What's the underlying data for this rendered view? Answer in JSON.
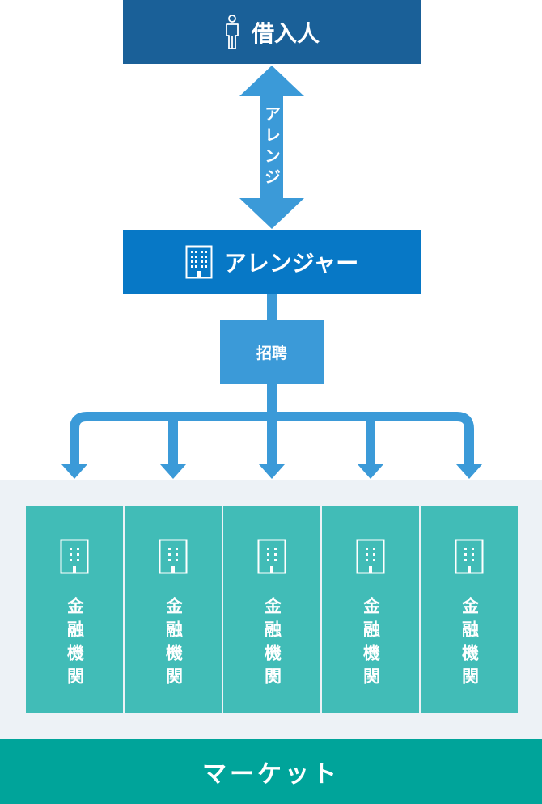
{
  "borrower": {
    "label": "借入人",
    "icon": "person-icon"
  },
  "relation": {
    "label": "アレンジ",
    "icon": "double-arrow"
  },
  "arranger": {
    "label": "アレンジャー",
    "icon": "building-icon"
  },
  "recruit": {
    "label": "招聘"
  },
  "banks": [
    {
      "label": "金融機関",
      "icon": "building-icon"
    },
    {
      "label": "金融機関",
      "icon": "building-icon"
    },
    {
      "label": "金融機関",
      "icon": "building-icon"
    },
    {
      "label": "金融機関",
      "icon": "building-icon"
    },
    {
      "label": "金融機関",
      "icon": "building-icon"
    }
  ],
  "market": {
    "label": "マーケット"
  },
  "colors": {
    "borrower": "#1a6098",
    "arranger": "#0778c6",
    "connector": "#3b9ad8",
    "bank": "#41bcb7",
    "market": "#00a49a",
    "market_bg": "#edf2f6"
  }
}
